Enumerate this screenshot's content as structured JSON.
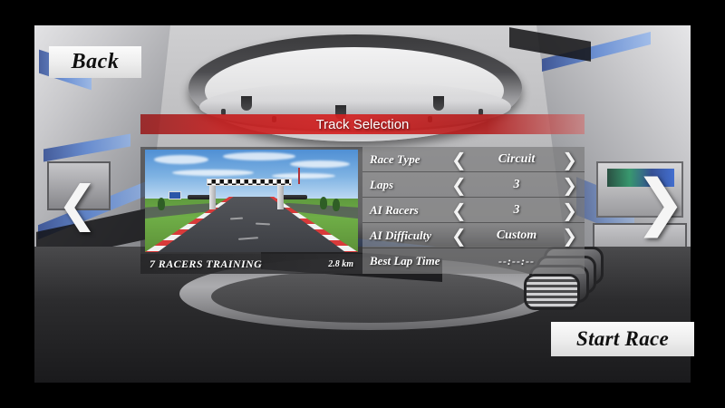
{
  "screen": {
    "title": "Track Selection"
  },
  "nav": {
    "back_label": "Back",
    "start_label": "Start Race",
    "prev_icon": "❮",
    "next_icon": "❯"
  },
  "track": {
    "name": "7 RACERS TRAINING",
    "distance": "2.8 km"
  },
  "settings": {
    "rows": [
      {
        "label": "Race Type",
        "value": "Circuit",
        "left_icon": "❮",
        "right_icon": "❯",
        "has_arrows": true
      },
      {
        "label": "Laps",
        "value": "3",
        "left_icon": "❮",
        "right_icon": "❯",
        "has_arrows": true
      },
      {
        "label": "AI Racers",
        "value": "3",
        "left_icon": "❮",
        "right_icon": "❯",
        "has_arrows": true
      },
      {
        "label": "AI Difficulty",
        "value": "Custom",
        "left_icon": "❮",
        "right_icon": "❯",
        "has_arrows": true
      },
      {
        "label": "Best Lap Time",
        "value": "--:--:--",
        "left_icon": "",
        "right_icon": "",
        "has_arrows": false
      }
    ]
  },
  "colors": {
    "title_bar_red": "#d62020",
    "button_face": "#ededed",
    "button_text": "#101010",
    "panel_overlay": "rgba(118,118,120,0.55)",
    "letterbox": "#000000"
  }
}
